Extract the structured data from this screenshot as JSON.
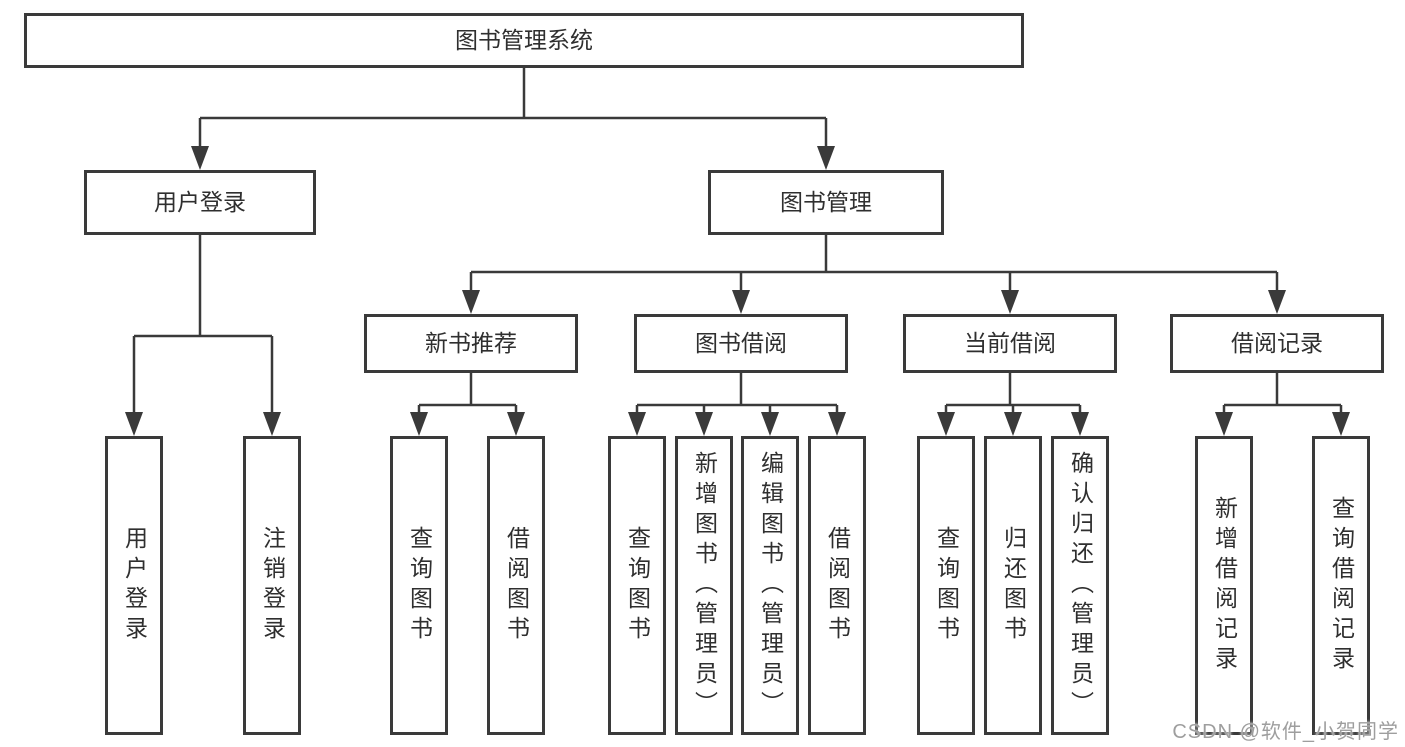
{
  "colors": {
    "line": "#3a3a3a",
    "text": "#2f2f2f",
    "watermark": "#9e9e9e"
  },
  "watermark": {
    "text": "CSDN @软件_小贺同学"
  },
  "tree": {
    "label": "图书管理系统",
    "children": [
      {
        "label": "用户登录",
        "children": [
          {
            "label": "用户登录"
          },
          {
            "label": "注销登录"
          }
        ]
      },
      {
        "label": "图书管理",
        "children": [
          {
            "label": "新书推荐",
            "children": [
              {
                "label": "查询图书"
              },
              {
                "label": "借阅图书"
              }
            ]
          },
          {
            "label": "图书借阅",
            "children": [
              {
                "label": "查询图书"
              },
              {
                "label": "新增图书（管理员）"
              },
              {
                "label": "编辑图书（管理员）"
              },
              {
                "label": "借阅图书"
              }
            ]
          },
          {
            "label": "当前借阅",
            "children": [
              {
                "label": "查询图书"
              },
              {
                "label": "归还图书"
              },
              {
                "label": "确认归还（管理员）"
              }
            ]
          },
          {
            "label": "借阅记录",
            "children": [
              {
                "label": "新增借阅记录"
              },
              {
                "label": "查询借阅记录"
              }
            ]
          }
        ]
      }
    ]
  }
}
